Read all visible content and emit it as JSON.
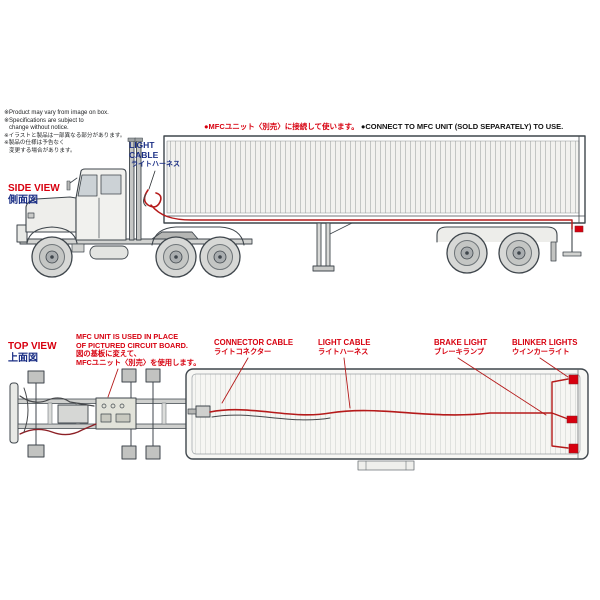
{
  "colors": {
    "accent_red": "#d7000f",
    "accent_blue": "#1b2f85",
    "cable_red": "#b51a1a",
    "line_ink": "#3f464c"
  },
  "notes": {
    "lines": [
      "※Product may vary from image on box.",
      "※Specifications are subject to",
      "change without notice.",
      "※イラストと製品は一部異なる部分があります。",
      "※製品の仕様は予告なく",
      "変更する場合があります。"
    ]
  },
  "side_view": {
    "title_en": "SIDE VIEW",
    "title_jp": "側面図",
    "cable_label_line1": "LIGHT",
    "cable_label_line2": "CABLE",
    "cable_label_jp": "ライトハーネス",
    "mfc_note_jp": "●MFCユニット〈別売〉に接続して使います。",
    "mfc_note_en": "●CONNECT TO MFC UNIT (SOLD SEPARATELY) TO USE."
  },
  "top_view": {
    "title_en": "TOP VIEW",
    "title_jp": "上面図",
    "note_lines": [
      "MFC UNIT IS USED IN PLACE",
      "OF PICTURED CIRCUIT BOARD.",
      "図の基板に変えて、",
      "MFCユニット〈別売〉を使用します。"
    ],
    "labels": [
      {
        "en": "CONNECTOR CABLE",
        "jp": "ライトコネクター"
      },
      {
        "en": "LIGHT CABLE",
        "jp": "ライトハーネス"
      },
      {
        "en": "BRAKE LIGHT",
        "jp": "ブレーキランプ"
      },
      {
        "en": "BLINKER LIGHTS",
        "jp": "ウインカーライト"
      }
    ]
  }
}
